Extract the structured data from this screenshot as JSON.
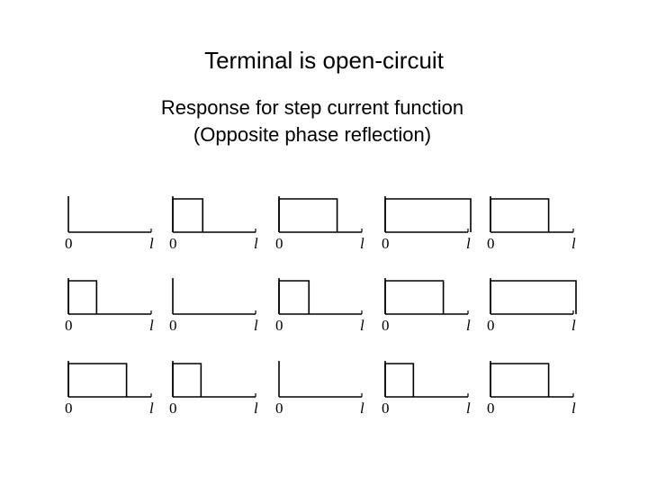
{
  "title": "Terminal is open-circuit",
  "subtitle_lines": [
    "Response for step current function",
    "(Opposite phase reflection)"
  ],
  "axis_labels": {
    "start": "0",
    "end": "l"
  },
  "panels": [
    [
      {
        "pulse": null
      },
      {
        "pulse": [
          0.0,
          0.35
        ]
      },
      {
        "pulse": [
          0.0,
          0.68
        ]
      },
      {
        "pulse": [
          0.0,
          1.0
        ]
      },
      {
        "pulse": [
          0.0,
          0.68
        ]
      }
    ],
    [
      {
        "pulse": [
          0.0,
          0.33
        ]
      },
      {
        "pulse": null
      },
      {
        "pulse": [
          0.0,
          0.35
        ]
      },
      {
        "pulse": [
          0.0,
          0.68
        ]
      },
      {
        "pulse": [
          0.0,
          1.0
        ]
      }
    ],
    [
      {
        "pulse": [
          0.0,
          0.68
        ]
      },
      {
        "pulse": [
          0.0,
          0.33
        ]
      },
      {
        "pulse": null
      },
      {
        "pulse": [
          0.0,
          0.33
        ]
      },
      {
        "pulse": [
          0.0,
          0.68
        ]
      }
    ]
  ]
}
